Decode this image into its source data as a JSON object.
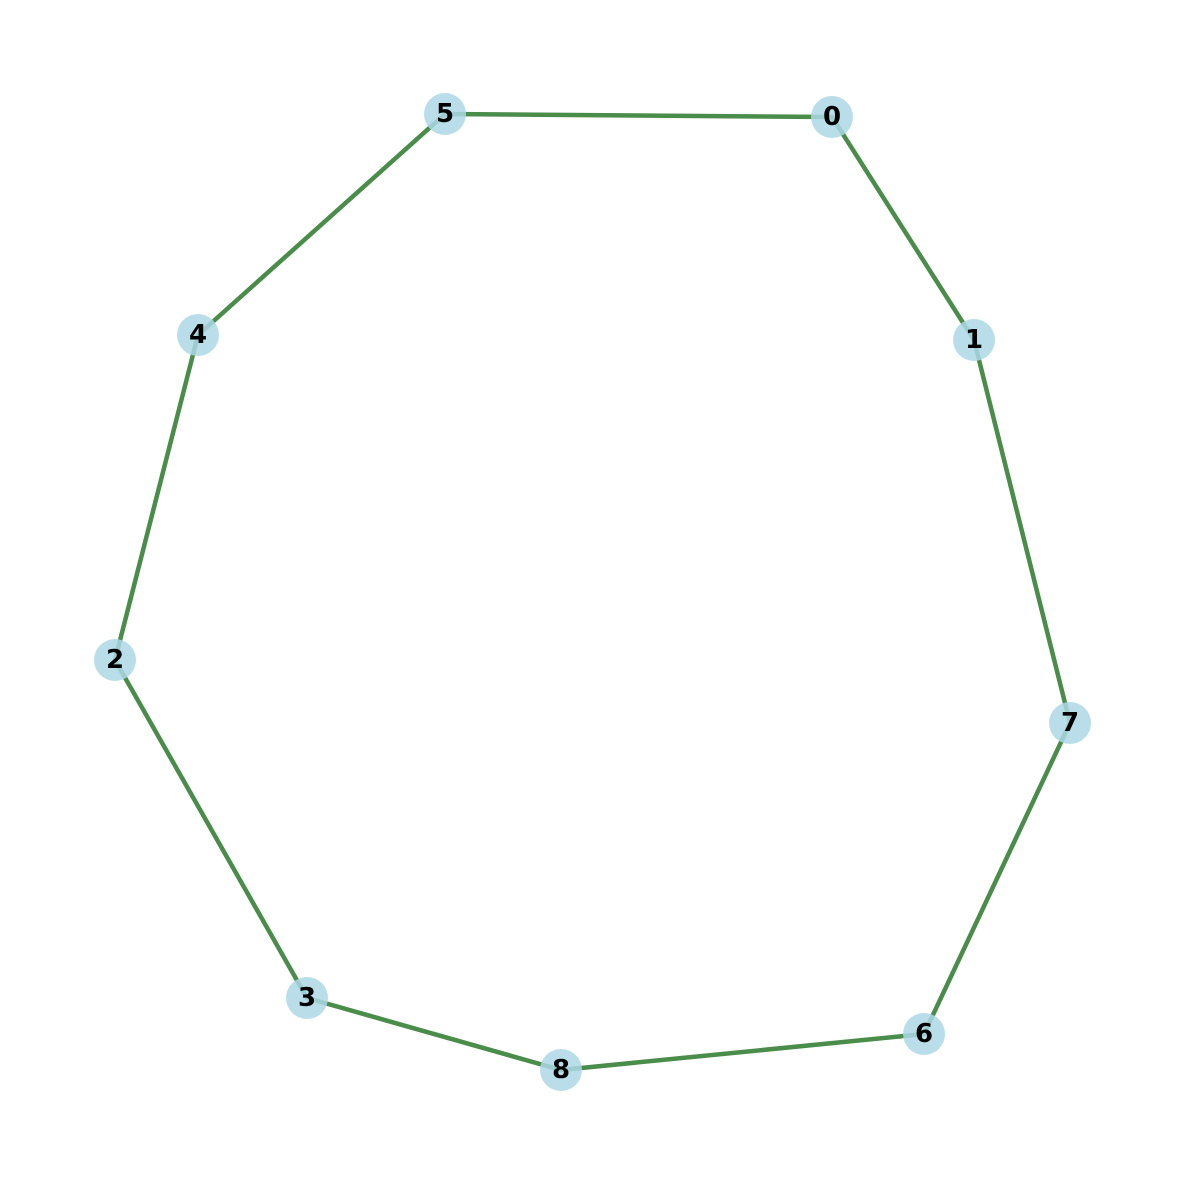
{
  "graph": {
    "node_color": "#add8e6",
    "edge_color": "#4a8c4a",
    "label_color": "#000000",
    "nodes": [
      {
        "id": "0",
        "label": "0"
      },
      {
        "id": "1",
        "label": "1"
      },
      {
        "id": "2",
        "label": "2"
      },
      {
        "id": "3",
        "label": "3"
      },
      {
        "id": "4",
        "label": "4"
      },
      {
        "id": "5",
        "label": "5"
      },
      {
        "id": "6",
        "label": "6"
      },
      {
        "id": "7",
        "label": "7"
      },
      {
        "id": "8",
        "label": "8"
      }
    ],
    "edges": [
      [
        "5",
        "0"
      ],
      [
        "0",
        "1"
      ],
      [
        "1",
        "7"
      ],
      [
        "7",
        "6"
      ],
      [
        "6",
        "8"
      ],
      [
        "8",
        "3"
      ],
      [
        "3",
        "2"
      ],
      [
        "2",
        "4"
      ],
      [
        "4",
        "5"
      ]
    ]
  }
}
